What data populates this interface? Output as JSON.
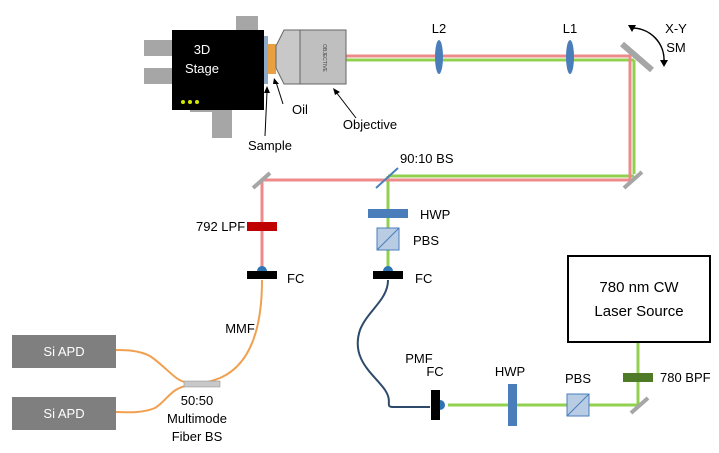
{
  "labels": {
    "stage": [
      "3D",
      "Stage"
    ],
    "objective_engraving": "OBJECTIVE",
    "oil": "Oil",
    "sample": "Sample",
    "objective": "Objective",
    "l2": "L2",
    "l1": "L1",
    "scan_mirror": [
      "X-Y",
      "SM"
    ],
    "bs_9010": "90:10 BS",
    "hwp_top": "HWP",
    "pbs_top": "PBS",
    "fc_mid": "FC",
    "lpf": "792 LPF",
    "fc_left": "FC",
    "mmf": "MMF",
    "apd_top": "Si APD",
    "apd_bottom": "Si APD",
    "fiber_bs": [
      "50:50",
      "Multimode",
      "Fiber BS"
    ],
    "pmf": "PMF",
    "fc_bottom": "FC",
    "hwp_bottom": "HWP",
    "pbs_bottom": "PBS",
    "laser": [
      "780 nm CW",
      "Laser Source"
    ],
    "bpf": "780 BPF"
  },
  "colors": {
    "beam_green": "#92d050",
    "beam_red": "#ef8a8a",
    "optic_blue": "#4a7ebb",
    "lpf_red": "#c00000",
    "bpf_green": "#4f7a28",
    "fiber_orange": "#f0a050",
    "fiber_navy": "#2e4a6b",
    "mirror_gray": "#a6a6a6",
    "apd_gray": "#7f7f7f"
  }
}
